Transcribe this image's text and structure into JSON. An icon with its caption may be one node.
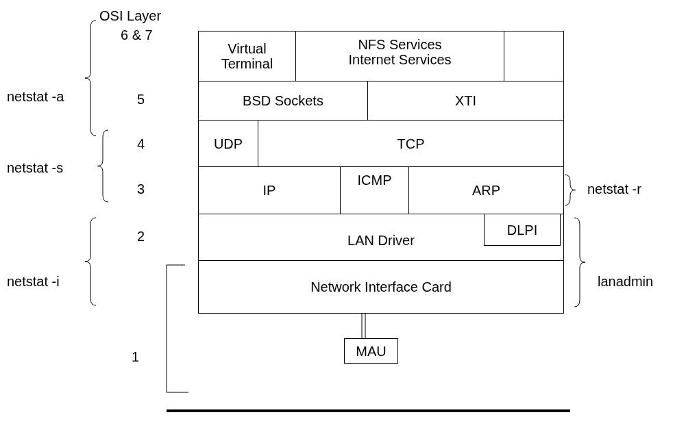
{
  "diagram": {
    "nodes": [
      {
        "text": [],
        "shape": "box"
      },
      {
        "text": [
          "Virtual Terminal"
        ],
        "in": 0
      },
      {
        "text": [
          "NFS Services Internet Services"
        ],
        "in": 0
      },
      {
        "text": [
          "BSD Sockets"
        ],
        "in": 0
      },
      {
        "text": [
          "XTI"
        ],
        "in": 0
      },
      {
        "text": [
          "UDP"
        ],
        "in": 0
      },
      {
        "text": [
          "TCP"
        ],
        "in": 0
      },
      {
        "text": [
          "IP"
        ],
        "in": 0
      },
      {
        "text": [
          "ICMP"
        ],
        "in": 0
      },
      {
        "text": [
          "ARP"
        ],
        "in": 0
      },
      {
        "text": [
          "LAN Driver"
        ],
        "in": 0
      },
      {
        "text": [
          "DLPI"
        ],
        "in": 10
      },
      {
        "text": [
          "Network Interface Card"
        ],
        "in": 0
      },
      {
        "text": [
          "MAU"
        ]
      }
    ],
    "edges": [
      {
        "from": 12,
        "to": 13,
        "arrow": "none"
      }
    ],
    "labels": [
      "OSI Layer",
      "6 & 7",
      "netstat -a",
      "5",
      "4",
      "netstat -s",
      "3",
      "netstat -r",
      "2",
      "netstat -i",
      "lanadmin",
      "1"
    ]
  }
}
